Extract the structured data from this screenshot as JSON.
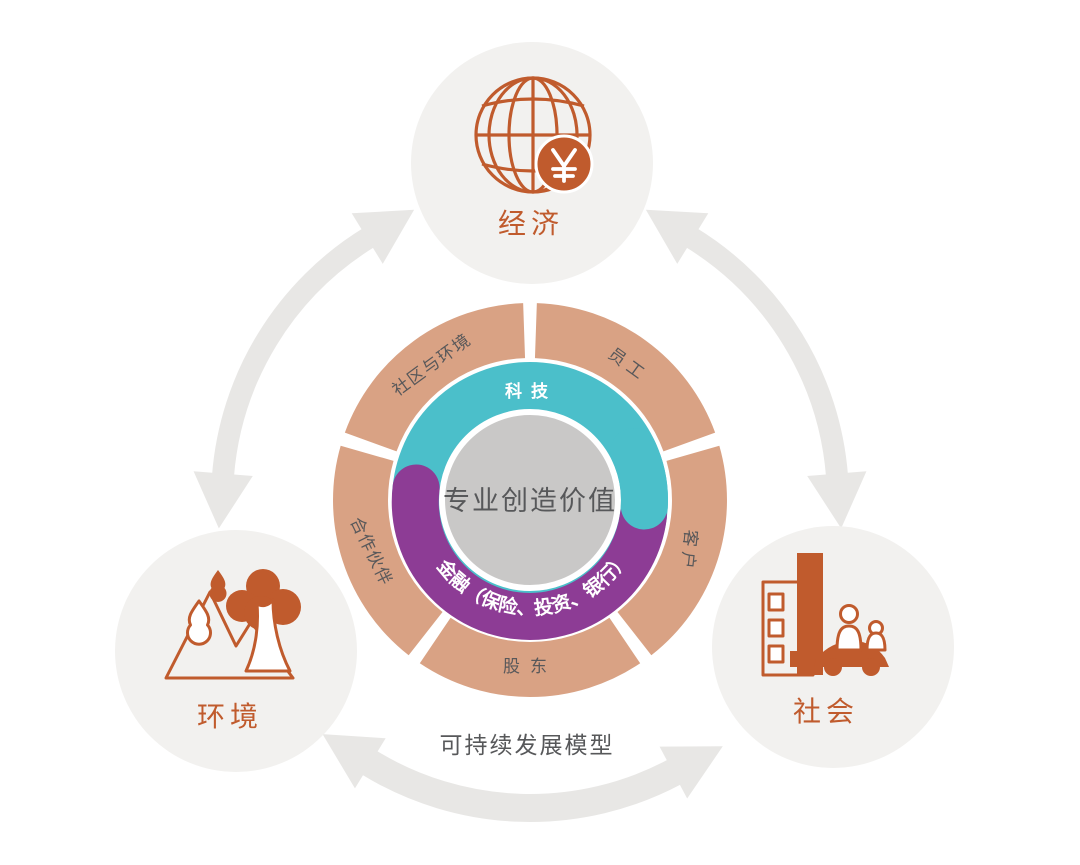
{
  "diagram": {
    "title": "可持续发展模型",
    "nodes": {
      "economy": {
        "label": "经济",
        "icon": "globe-yuan-icon"
      },
      "environment": {
        "label": "环境",
        "icon": "mountain-tree-icon"
      },
      "society": {
        "label": "社会",
        "icon": "city-people-icon"
      }
    },
    "ring": {
      "center_label": "专业创造价值",
      "inner_segments": [
        {
          "id": "tech",
          "label": "科技",
          "color": "#4bbfca"
        },
        {
          "id": "finance",
          "label": "金融（保险、投资、银行）",
          "color": "#8d3c95"
        }
      ],
      "outer_segments": [
        {
          "label": "社区与环境"
        },
        {
          "label": "员工"
        },
        {
          "label": "客户"
        },
        {
          "label": "股东"
        },
        {
          "label": "合作伙伴"
        }
      ]
    },
    "colors": {
      "outer_ring": "#d9a284",
      "tech": "#4bbfca",
      "finance": "#8d3c95",
      "center_circle": "#c9c8c7",
      "node_circle": "#f2f1ef",
      "accent": "#c05b2d",
      "arrow": "#e8e7e5",
      "text_dark": "#57585a",
      "ring_label": "#58585a"
    }
  }
}
